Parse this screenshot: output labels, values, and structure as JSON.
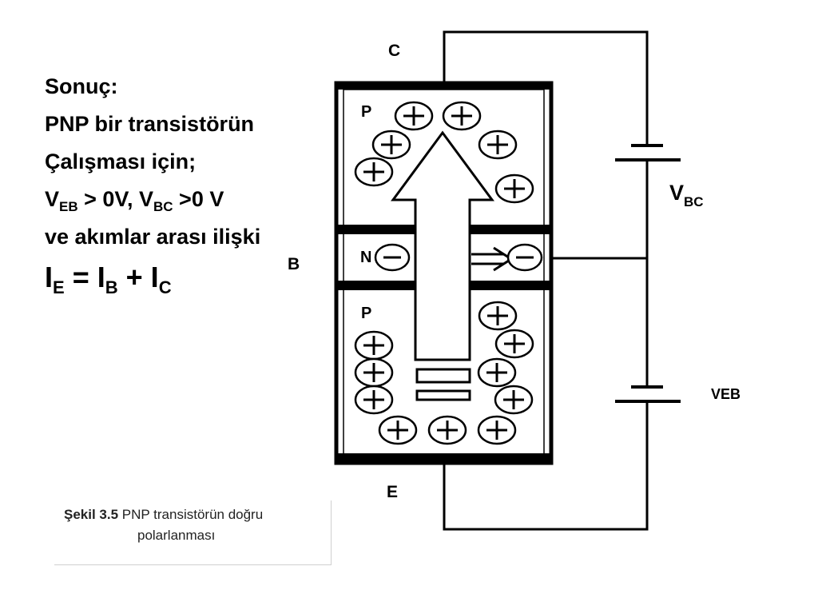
{
  "text": {
    "heading": "Sonuç:",
    "line1": "PNP bir transistörün",
    "line2": "Çalışması için;",
    "cond": {
      "v1": "V",
      "s1": "EB",
      "t1": " > 0V, ",
      "v2": "V",
      "s2": "BC",
      "t2": " >0 V"
    },
    "line4": "ve akımlar arası ilişki",
    "formula": {
      "i1": "I",
      "s1": "E",
      "eq": " = ",
      "i2": "I",
      "s2": "B",
      "plus": " + ",
      "i3": "I",
      "s3": "C"
    }
  },
  "diagram": {
    "terminal_c": "C",
    "terminal_b": "B",
    "terminal_e": "E",
    "region_top": "P",
    "region_mid": "N",
    "region_bot": "P",
    "vbc": {
      "main": "V",
      "sub": "BC"
    },
    "veb": "VEB",
    "plus_sign": "+",
    "minus_sign": "−"
  },
  "caption": {
    "label": "Şekil 3.5",
    "text_line1": " PNP transistörün doğru",
    "text_line2": "polarlanması"
  }
}
